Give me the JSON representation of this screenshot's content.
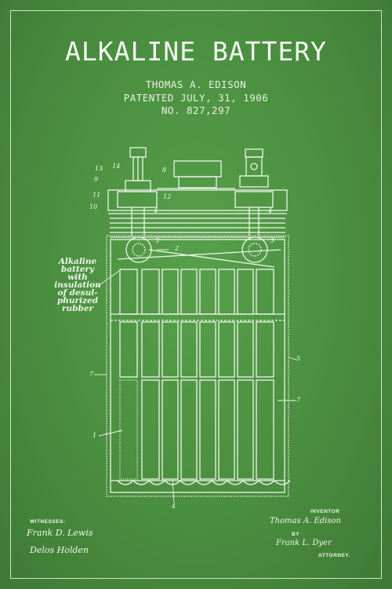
{
  "poster": {
    "title": "ALKALINE BATTERY",
    "inventor_line": "THOMAS A. EDISON",
    "patent_date": "PATENTED JULY, 31, 1906",
    "patent_number": "NO. 827,297"
  },
  "callout": {
    "line1": "Alkaline",
    "line2": "battery",
    "line3": "with",
    "line4": "insulation",
    "line5": "of desul-",
    "line6": "phurized",
    "line7": "rubber"
  },
  "labels": {
    "n13": "13",
    "n14": "14",
    "n8": "8",
    "n9": "9",
    "n11": "11",
    "n10": "10",
    "n12": "12",
    "n4a": "4",
    "n4b": "4",
    "n3a": "3",
    "n3b": "3",
    "n2": "2",
    "n5": "5",
    "n7a": "7",
    "n7b": "7",
    "n1": "1",
    "n4c": "4"
  },
  "witnesses": {
    "heading": "WITNESSES:",
    "sig1": "Frank D. Lewis",
    "sig2": "Delos Holden"
  },
  "inventor_block": {
    "heading": "INVENTOR",
    "sig": "Thomas A. Edison",
    "by": "BY",
    "attorney_sig": "Frank L. Dyer",
    "attorney_label": "ATTORNEY."
  },
  "colors": {
    "background": "#4a8e3f",
    "ink": "#f1f6ee"
  }
}
